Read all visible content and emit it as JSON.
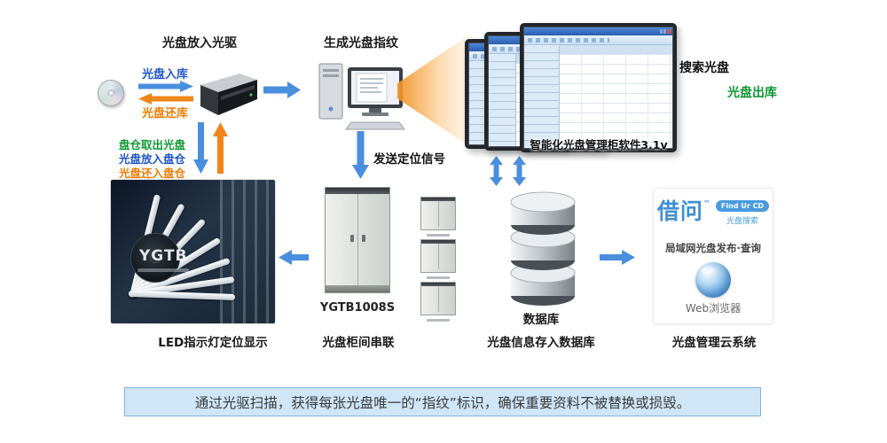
{
  "titles": {
    "drive": "光盘放入光驱",
    "fingerprint": "生成光盘指纹"
  },
  "flows": {
    "disc_in": "光盘入库",
    "disc_return": "光盘还库",
    "bin_out": "盘仓取出光盘",
    "bin_in": "光盘放入盘仓",
    "bin_return": "光盘还入盘仓",
    "send_signal": "发送定位信号",
    "search_disc": "搜索光盘",
    "disc_out": "光盘出库"
  },
  "software": {
    "name": "智能化光盘管理柜软件3.1v"
  },
  "captions": {
    "led": "LED指示灯定位显示",
    "cabinet": "光盘柜间串联",
    "database": "光盘信息存入数据库",
    "cloud": "光盘管理云系统"
  },
  "items": {
    "cabinet_model": "YGTB1008S",
    "database_label": "数据库",
    "led_watermark": "YGTB"
  },
  "cloud": {
    "logo": "借问",
    "tm": "™",
    "badge": "Find Ur CD",
    "badge_sub": "光盘搜索",
    "line": "局域网光盘发布·查询",
    "browser": "Web浏览器"
  },
  "banner": {
    "text": "通过光驱扫描，获得每张光盘唯一的“指纹”标识，确保重要资料不被替换或损毁。"
  },
  "colors": {
    "arrow_blue": "#4a8ede",
    "arrow_orange": "#f08519",
    "text_blue": "#1f56c8",
    "text_green": "#119933",
    "text_orange": "#ef7c00",
    "banner_bg": "#cfe6f8",
    "banner_border": "#85b4de"
  }
}
